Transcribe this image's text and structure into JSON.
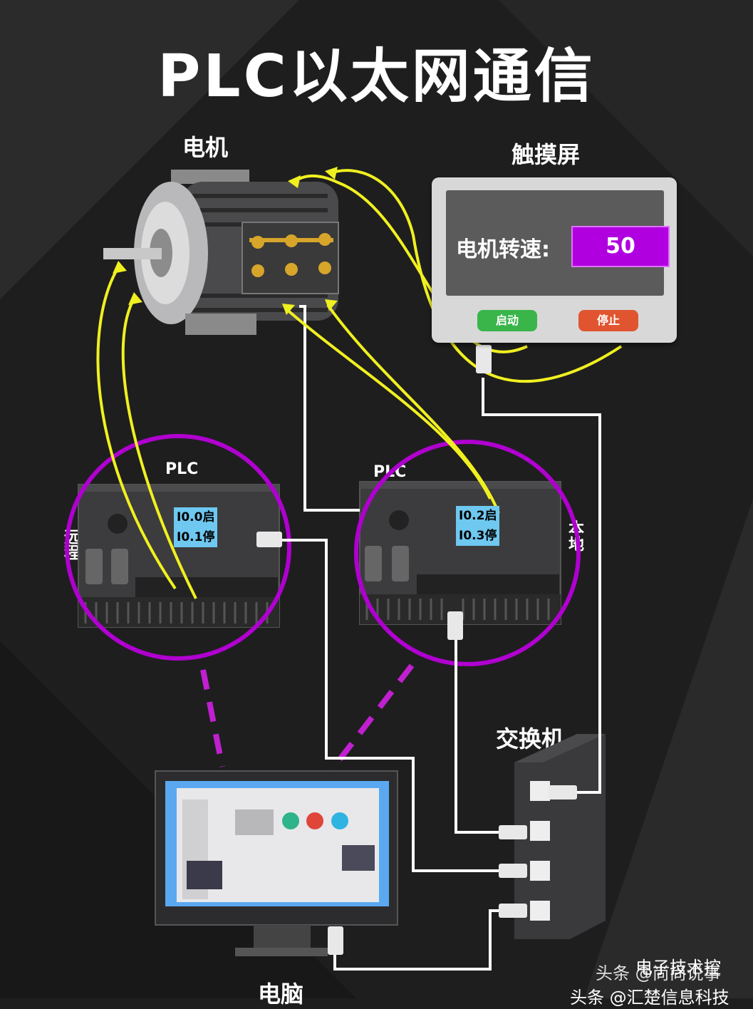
{
  "title": "PLC以太网通信",
  "labels": {
    "motor": "电机",
    "touchscreen": "触摸屏",
    "plc_left": "PLC",
    "plc_right": "PLC",
    "remote": "远程",
    "local": "本地",
    "switch": "交换机",
    "computer": "电脑"
  },
  "touchscreen": {
    "speed_label": "电机转速:",
    "speed_value": "50",
    "start_button": "启动",
    "stop_button": "停止"
  },
  "plc_left_io": [
    "I0.0启",
    "I0.1停"
  ],
  "plc_right_io": [
    "I0.2启",
    "I0.3停"
  ],
  "watermark": {
    "line1": "电子技术控",
    "line2": "头条 @尚尚说事",
    "line3": "头条 @汇楚信息科技"
  },
  "colors": {
    "background": "#1e1e1f",
    "wire_signal": "#f0f020",
    "wire_ethernet": "#ffffff",
    "plc_highlight": "#b000d0",
    "speed_box": "#b000e0",
    "start": "#39b54a",
    "stop": "#e05530"
  }
}
